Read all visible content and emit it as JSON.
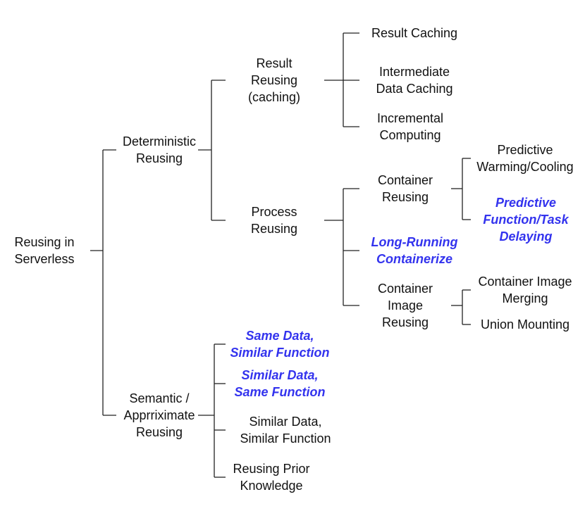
{
  "colors": {
    "text": "#111111",
    "highlight": "#3333ee",
    "connector": "#222222"
  },
  "nodes": {
    "root": "Reusing in\nServerless",
    "deterministic": "Deterministic\nReusing",
    "semantic": "Semantic /\nApprriximate\nReusing",
    "result_reusing": "Result\nReusing\n(caching)",
    "process_reusing": "Process\nReusing",
    "result_caching": "Result Caching",
    "intermediate_caching": "Intermediate\nData Caching",
    "incremental": "Incremental\nComputing",
    "container_reusing": "Container\nReusing",
    "long_running": "Long-Running\nContainerize",
    "container_image_reusing": "Container\nImage\nReusing",
    "predictive_warming": "Predictive\nWarming/Cooling",
    "predictive_delaying": "Predictive\nFunction/Task\nDelaying",
    "image_merging": "Container Image\nMerging",
    "union_mounting": "Union Mounting",
    "same_data_similar_fn": "Same Data,\nSimilar Function",
    "similar_data_same_fn": "Similar Data,\nSame Function",
    "similar_data_similar_fn": "Similar Data,\nSimilar Function",
    "prior_knowledge": "Reusing Prior\nKnowledge"
  },
  "highlighted": [
    "long_running",
    "predictive_delaying",
    "same_data_similar_fn",
    "similar_data_same_fn"
  ]
}
